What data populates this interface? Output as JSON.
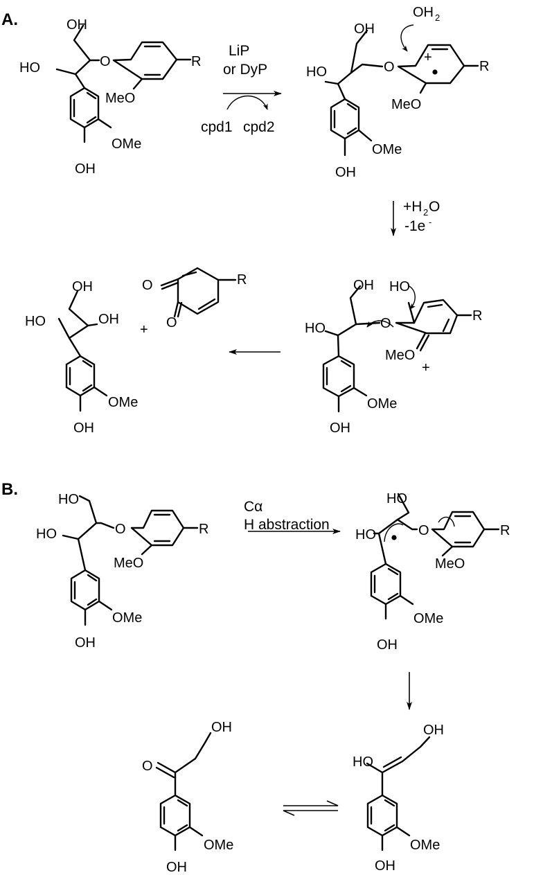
{
  "panels": {
    "a": "A.",
    "b": "B."
  },
  "groups": {
    "oh": "OH",
    "ho": "HO",
    "meo": "MeO",
    "ome": "OMe",
    "o": "O",
    "r": "R",
    "oh2": "OH",
    "oh2_sub": "2",
    "plus": "+"
  },
  "panel_a": {
    "cond_enzyme_1": "LiP",
    "cond_enzyme_2": "or DyP",
    "cond_cpd1": "cpd1",
    "cond_cpd2": "cpd2",
    "step2_water_plus": "+H",
    "step2_water_sub": "2",
    "step2_water_o": "O",
    "step2_electron": "-1e",
    "step2_electron_sup": "-",
    "plus_sign": "+"
  },
  "panel_b": {
    "cond_line1": "Cα",
    "cond_line2": "H abstraction"
  }
}
